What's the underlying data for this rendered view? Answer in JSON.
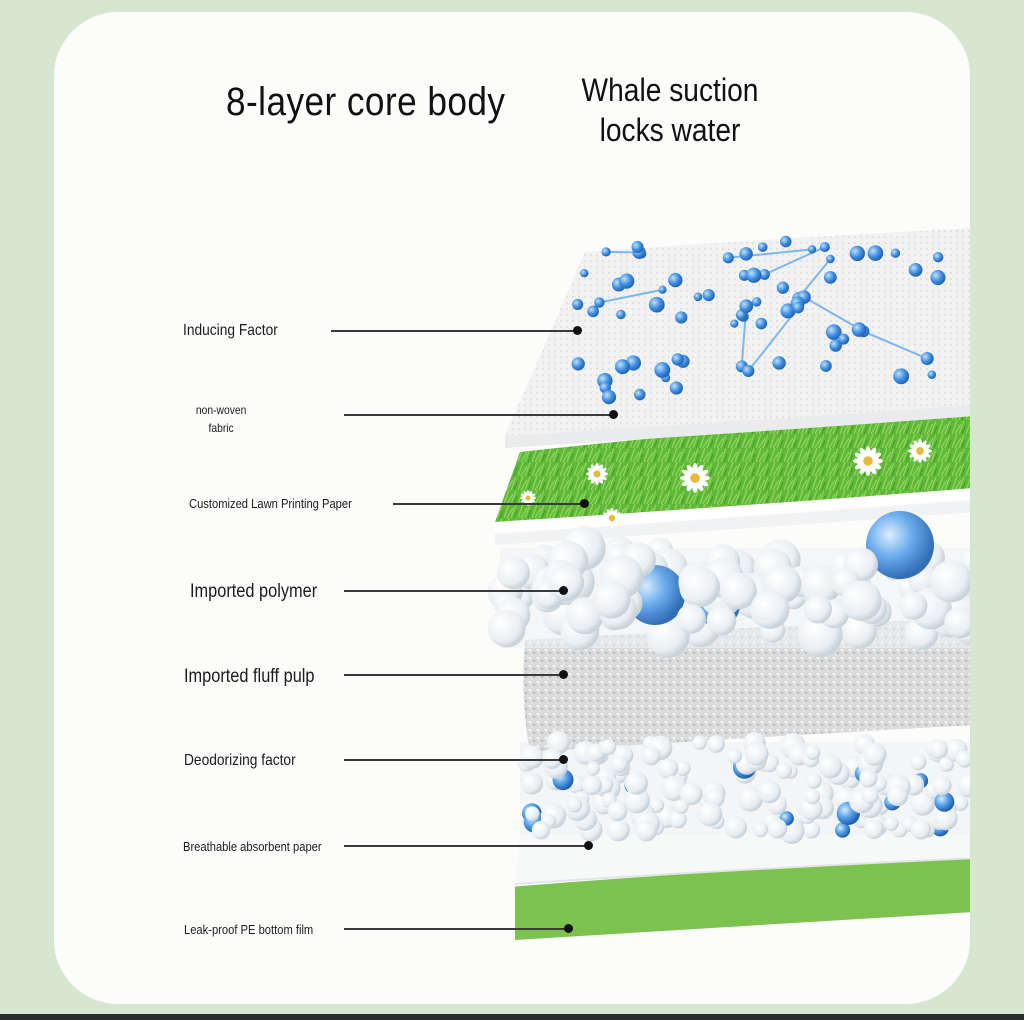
{
  "header": {
    "title_left": "8-layer core body",
    "title_right": "Whale suction locks water"
  },
  "layers": [
    {
      "label": "Inducing Factor"
    },
    {
      "label": "non-woven fabric"
    },
    {
      "label": "Customized Lawn Printing Paper"
    },
    {
      "label": "Imported polymer"
    },
    {
      "label": "Imported fluff pulp"
    },
    {
      "label": "Deodorizing factor"
    },
    {
      "label": "Breathable absorbent paper"
    },
    {
      "label": "Leak-proof PE bottom film"
    }
  ],
  "colors": {
    "background": "#d6e6cf",
    "card": "#fcfdfb",
    "lawn_green": "#5fb83a",
    "film_green": "#7cc24e",
    "molecule_blue": "#3f8fe0"
  }
}
